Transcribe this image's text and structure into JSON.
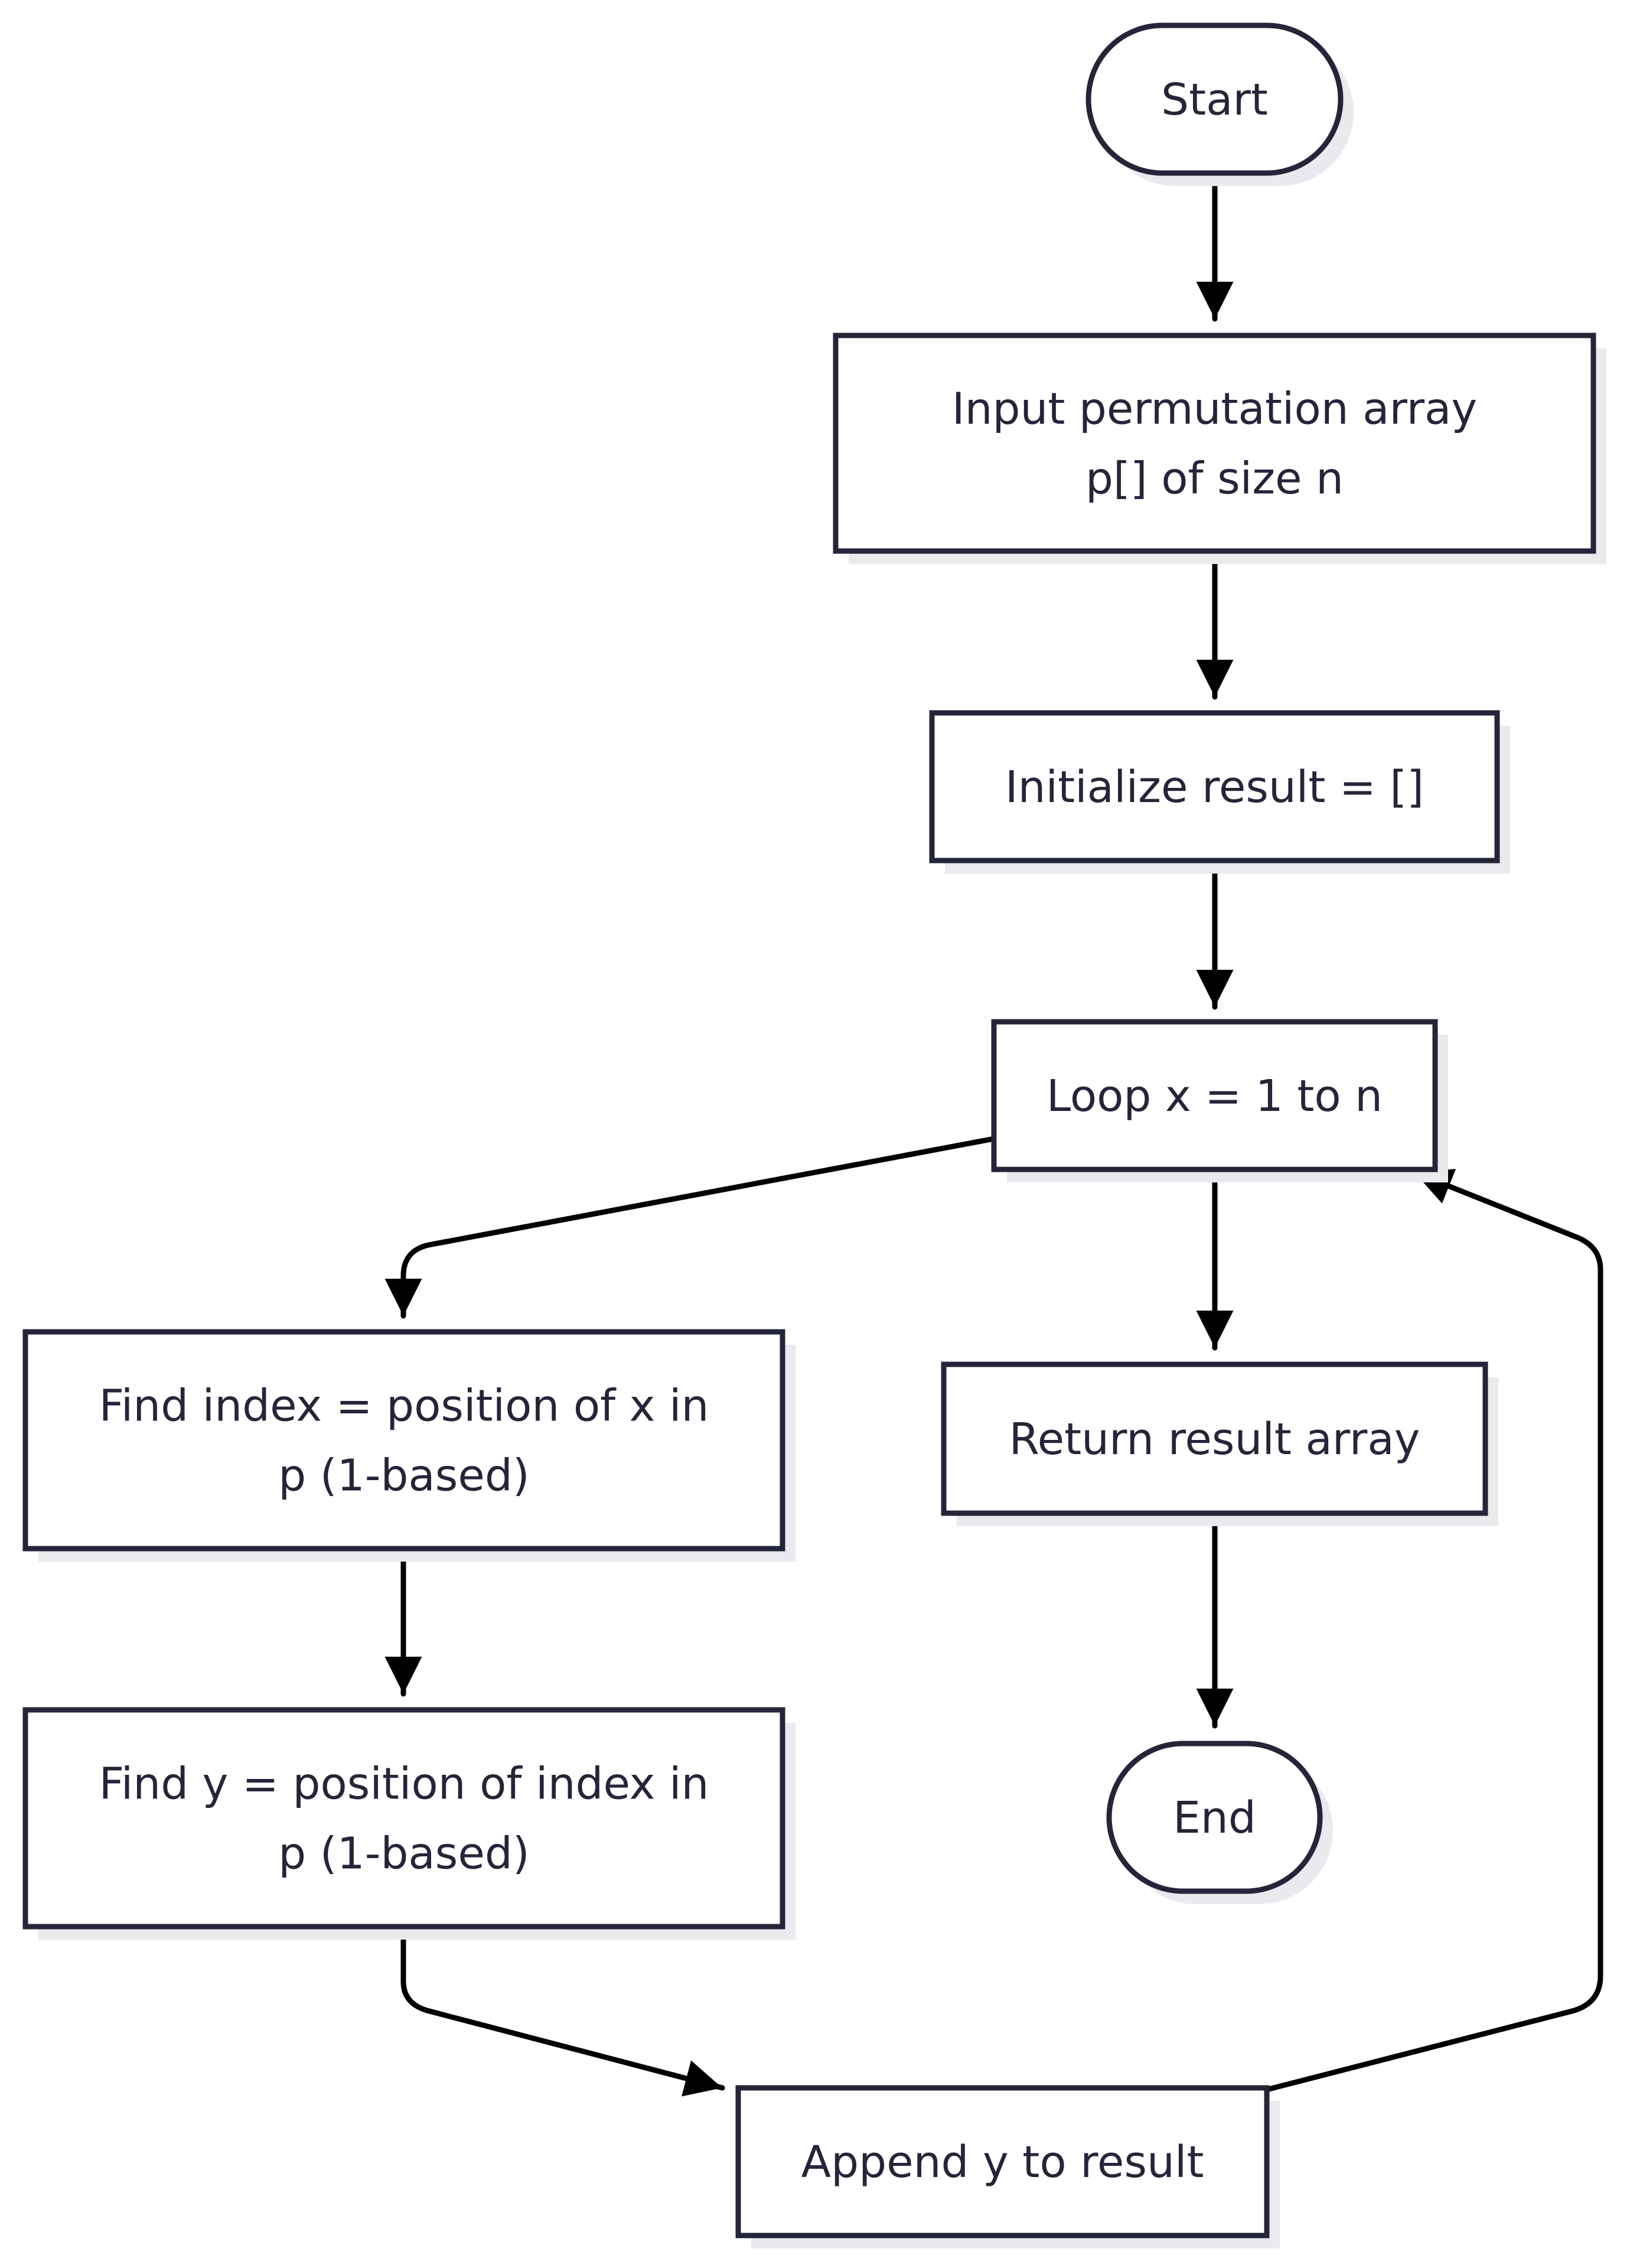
{
  "diagram": {
    "type": "flowchart",
    "nodes": {
      "start": {
        "shape": "terminal",
        "label": [
          "Start"
        ]
      },
      "input": {
        "shape": "process",
        "label": [
          "Input permutation array",
          "p[] of size n"
        ]
      },
      "init": {
        "shape": "process",
        "label": [
          "Initialize result = []"
        ]
      },
      "loop": {
        "shape": "process",
        "label": [
          "Loop x = 1 to n"
        ]
      },
      "find_index": {
        "shape": "process",
        "label": [
          "Find index = position of x in",
          "p (1-based)"
        ]
      },
      "find_y": {
        "shape": "process",
        "label": [
          "Find y = position of index in",
          "p (1-based)"
        ]
      },
      "append": {
        "shape": "process",
        "label": [
          "Append y to result"
        ]
      },
      "return": {
        "shape": "process",
        "label": [
          "Return result array"
        ]
      },
      "end": {
        "shape": "terminal",
        "label": [
          "End"
        ]
      }
    },
    "edges": [
      {
        "from": "start",
        "to": "input"
      },
      {
        "from": "input",
        "to": "init"
      },
      {
        "from": "init",
        "to": "loop"
      },
      {
        "from": "loop",
        "to": "find_index"
      },
      {
        "from": "loop",
        "to": "return"
      },
      {
        "from": "find_index",
        "to": "find_y"
      },
      {
        "from": "find_y",
        "to": "append"
      },
      {
        "from": "append",
        "to": "loop"
      },
      {
        "from": "return",
        "to": "end"
      }
    ],
    "colors": {
      "node_stroke": "#25253a",
      "node_fill": "#ffffff",
      "node_text": "#25253a",
      "edge": "#000000",
      "shadow": "#e9e9ee"
    }
  }
}
